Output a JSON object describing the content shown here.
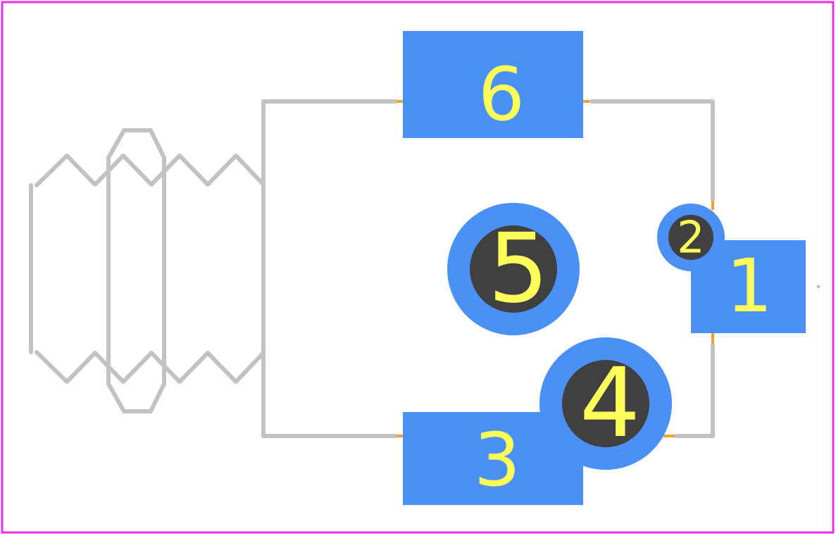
{
  "colors": {
    "board_outline": "#e82ce8",
    "silkscreen": "#c2c2c2",
    "copper_pad": "#4a90f5",
    "drill_hole": "#404040",
    "pad_label": "#ffff5a",
    "paste_mark": "#f0a030"
  },
  "pads": {
    "p1": {
      "label": "1",
      "shape": "rect"
    },
    "p2": {
      "label": "2",
      "shape": "round"
    },
    "p3": {
      "label": "3",
      "shape": "rect"
    },
    "p4": {
      "label": "4",
      "shape": "round"
    },
    "p5": {
      "label": "5",
      "shape": "round"
    },
    "p6": {
      "label": "6",
      "shape": "rect"
    }
  }
}
